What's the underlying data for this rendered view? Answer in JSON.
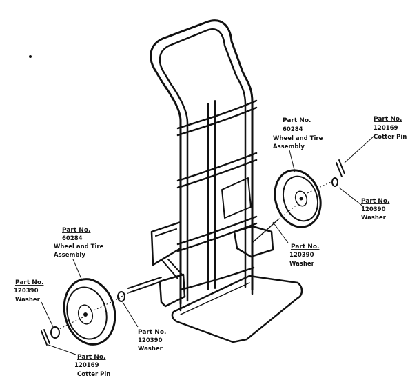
{
  "diagram": {
    "labels": [
      {
        "id": "tr-wheel",
        "part_no_label": "Part No.",
        "number": "60284",
        "desc_line1": "Wheel and Tire",
        "desc_line2": "Assembly"
      },
      {
        "id": "tr-cotter",
        "part_no_label": "Part No.",
        "number": "120169",
        "desc_line1": "Cotter Pin",
        "desc_line2": ""
      },
      {
        "id": "r-washer-outer",
        "part_no_label": "Part No.",
        "number": "120390",
        "desc_line1": "Washer",
        "desc_line2": ""
      },
      {
        "id": "r-washer-inner",
        "part_no_label": "Part No.",
        "number": "120390",
        "desc_line1": "Washer",
        "desc_line2": ""
      },
      {
        "id": "l-wheel",
        "part_no_label": "Part No.",
        "number": "60284",
        "desc_line1": "Wheel and Tire",
        "desc_line2": "Assembly"
      },
      {
        "id": "l-washer-outer",
        "part_no_label": "Part No.",
        "number": "120390",
        "desc_line1": "Washer",
        "desc_line2": ""
      },
      {
        "id": "l-washer-inner",
        "part_no_label": "Part No.",
        "number": "120390",
        "desc_line1": "Washer",
        "desc_line2": ""
      },
      {
        "id": "l-cotter",
        "part_no_label": "Part No.",
        "number": "120169",
        "desc_line1": "Cotter Pin",
        "desc_line2": ""
      }
    ]
  }
}
